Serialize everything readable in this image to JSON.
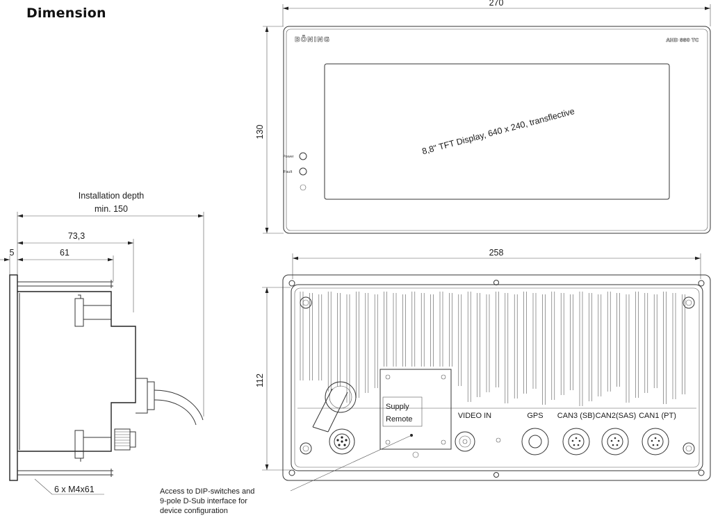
{
  "title": "Dimension",
  "front_view": {
    "width_dim": "270",
    "height_dim": "130",
    "brand": "BÖNING",
    "model": "AHD 880 TC",
    "display_text": "8,8\" TFT Display, 640 x 240, transflective",
    "led_power": "Power",
    "led_fault": "Fault"
  },
  "rear_view": {
    "width_dim": "258",
    "height_dim": "112",
    "panel_line1": "Supply",
    "panel_line2": "Remote",
    "connectors": [
      "VIDEO IN",
      "GPS",
      "CAN3 (SB)",
      "CAN2(SAS)",
      "CAN1 (PT)"
    ]
  },
  "side_view": {
    "depth_line1": "Installation depth",
    "depth_line2": "min. 150",
    "dim_733": "73,3",
    "dim_5": "5",
    "dim_61": "61",
    "screws": "6 x M4x61"
  },
  "note_lines": [
    "Access to DIP-switches and",
    "9-pole D-Sub interface for",
    "device configuration"
  ]
}
